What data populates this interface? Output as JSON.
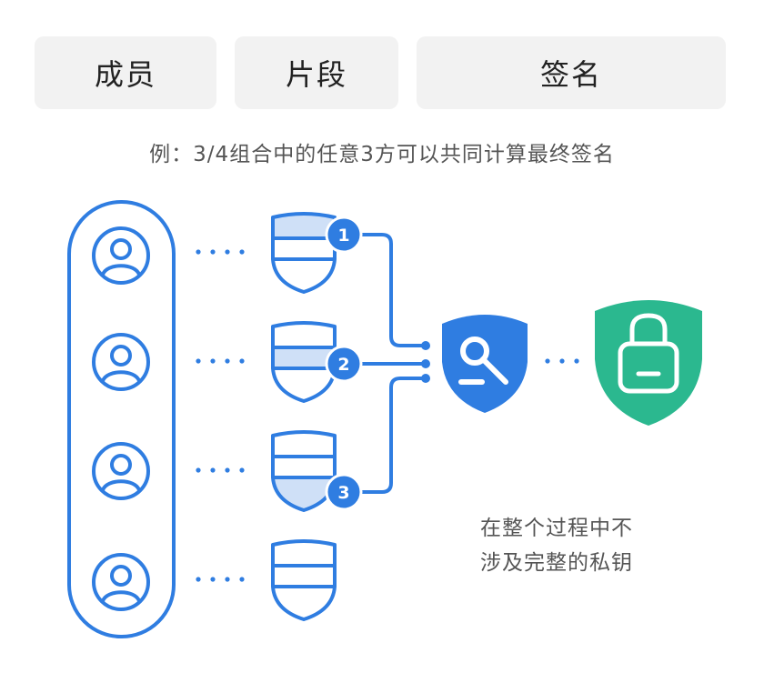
{
  "headers": {
    "members": "成员",
    "shards": "片段",
    "signature": "签名"
  },
  "caption": "例：3/4组合中的任意3方可以共同计算最终签名",
  "badges": [
    "1",
    "2",
    "3"
  ],
  "note": {
    "line1": "在整个过程中不",
    "line2": "涉及完整的私钥"
  },
  "icons": {
    "member": "user-icon",
    "shard": "shield-shard-icon",
    "key": "key-shield-icon",
    "lock": "lock-shield-icon"
  },
  "colors": {
    "blue": "#2f7de1",
    "light_blue": "#cfe0f7",
    "green": "#2bb88f",
    "header_bg": "#f2f2f2",
    "text": "#555555"
  }
}
